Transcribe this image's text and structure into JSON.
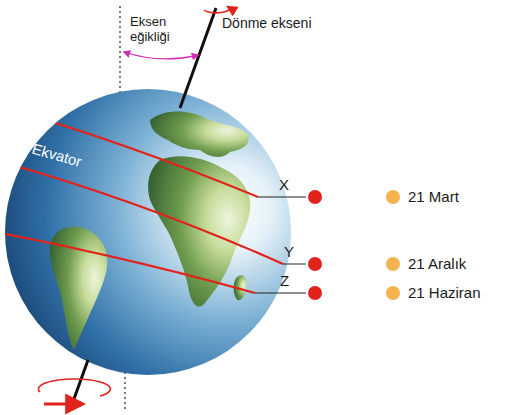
{
  "diagram": {
    "labels": [
      "Eksen eğikliği",
      "Dönme ekseni",
      "Ekvator",
      "X",
      "Y",
      "Z",
      "21 Mart",
      "21 Aralık",
      "21 Haziran"
    ]
  }
}
